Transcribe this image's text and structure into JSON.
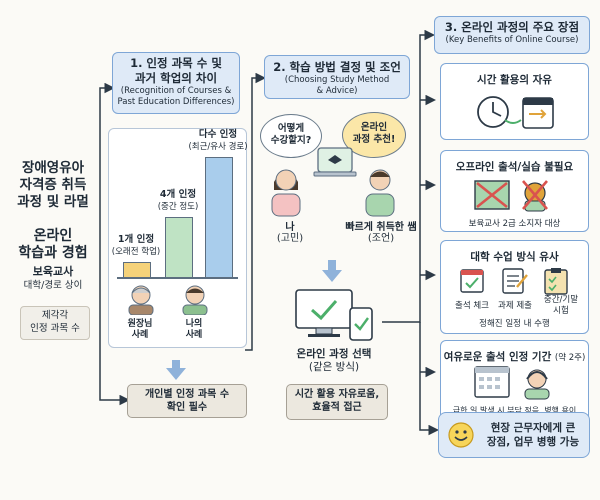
{
  "left": {
    "title": [
      "장애영유아",
      "자격증 취득",
      "과정 및 라멀"
    ],
    "subtitle": [
      "온라인",
      "학습과 경험"
    ],
    "tag1": "보육교사",
    "tag2": "대학/경로 상이",
    "note": [
      "제각각",
      "인정 과목 수"
    ]
  },
  "step1": {
    "title": [
      "1. 인정 과목 수 및",
      "과거 학업의 차이"
    ],
    "english": [
      "(Recognition of Courses &",
      "Past Education Differences)"
    ],
    "bars": [
      {
        "label": "1개 인정",
        "sub": "(오래전 학업)",
        "value": 1,
        "color": "#f5d27a"
      },
      {
        "label": "4개 인정",
        "sub": "(중간 정도)",
        "value": 4,
        "color": "#bfe3c4"
      },
      {
        "label": "다수 인정",
        "sub": "(최근/유사 경로)",
        "value": 8,
        "color": "#a9cdec"
      }
    ],
    "people": [
      {
        "label": [
          "원장님",
          "사례"
        ]
      },
      {
        "label": [
          "나의",
          "사례"
        ]
      }
    ],
    "bottom": [
      "개인별 인정 과목 수",
      "확인 필수"
    ]
  },
  "step2": {
    "title": "2. 학습 방법 결정 및 조언",
    "english": [
      "(Choosing Study Method",
      "& Advice)"
    ],
    "bubble_me": [
      "어떻게",
      "수강할지?"
    ],
    "bubble_mentor": [
      "온라인",
      "과정 추천!"
    ],
    "me": [
      "나",
      "(고민)"
    ],
    "mentor": [
      "빠르게 취득한 쌤",
      "(조언)"
    ],
    "select": [
      "온라인 과정 선택",
      "(같은 방식)"
    ],
    "bottom": [
      "시간 활용 자유로움,",
      "효율적 접근"
    ]
  },
  "step3": {
    "title": "3. 온라인 과정의 주요 장점",
    "english": "(Key Benefits of Online Course)",
    "card1": {
      "title": "시간 활용의 자유"
    },
    "card2": {
      "title": "오프라인 출석/실습 불필요",
      "note": "보육교사 2급 소지자 대상"
    },
    "card3": {
      "title": "대학 수업 방식 유사",
      "items": [
        "출석 체크",
        "과제 제출",
        "중간/기말 시험"
      ],
      "note": "정해진 일정 내 수행"
    },
    "card4": {
      "title": "여유로운 출석 인정 기간",
      "title_small": "(약 2주)",
      "note": "급한 일 발생 시 부담 적음, 병행 용이"
    },
    "final": [
      "현장 근무자에게 큰",
      "장점, 업무 병행 가능"
    ]
  }
}
